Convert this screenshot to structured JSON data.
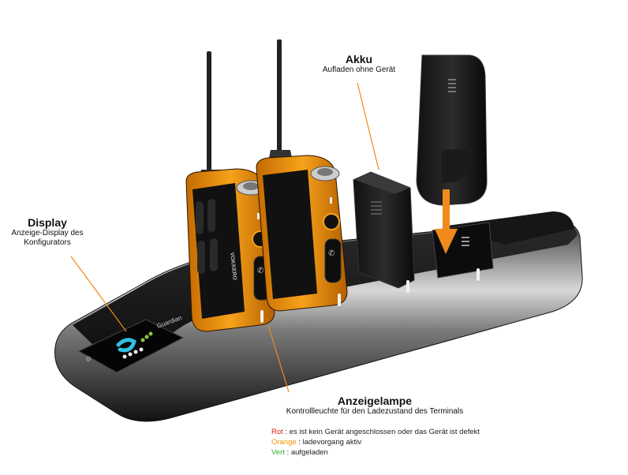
{
  "callouts": {
    "akku": {
      "title": "Akku",
      "subtitle": "Aufladen ohne Gerät"
    },
    "display": {
      "title": "Display",
      "subtitle_line1": "Anzeige-Display  des",
      "subtitle_line2": "Konfigurators"
    },
    "lamp": {
      "title": "Anzeigelampe",
      "subtitle": "Kontrollleuchte für den Ladezustand des Terminals"
    }
  },
  "legend": [
    {
      "key": "Rot",
      "text": " : es ist kein Gerät angeschlossen oder das Gerät ist defekt",
      "color": "#e01c1c"
    },
    {
      "key": "Orange",
      "text": " : ladevorgang aktiv",
      "color": "#f39200"
    },
    {
      "key": "Vert",
      "text": " : aufgeladen",
      "color": "#3aaa35"
    }
  ],
  "device": {
    "screen_label": "Guardian",
    "brand_label": "VOKKERO"
  },
  "colors": {
    "accent_orange": "#f39200",
    "arrow_orange": "#f08a1c",
    "body_dark": "#1a1a1a"
  }
}
